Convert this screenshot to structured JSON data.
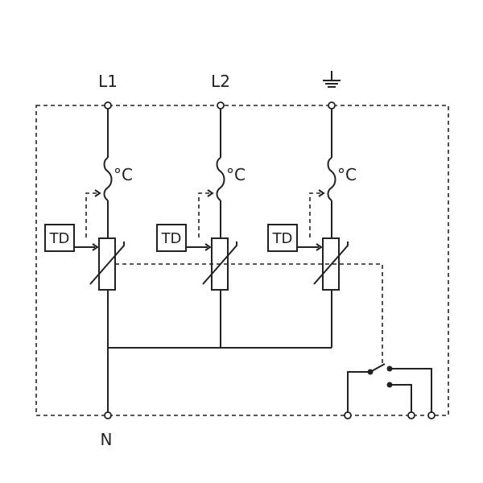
{
  "terminals": {
    "l1": "L1",
    "l2": "L2",
    "earth": "⏚",
    "n": "N"
  },
  "thermal_label": "°C",
  "td_label": "TD",
  "colors": {
    "line": "#222222",
    "background": "#ffffff"
  },
  "icons": [
    "earth-ground-icon",
    "thermal-fuse-icon",
    "varistor-icon",
    "switch-contact-icon"
  ]
}
